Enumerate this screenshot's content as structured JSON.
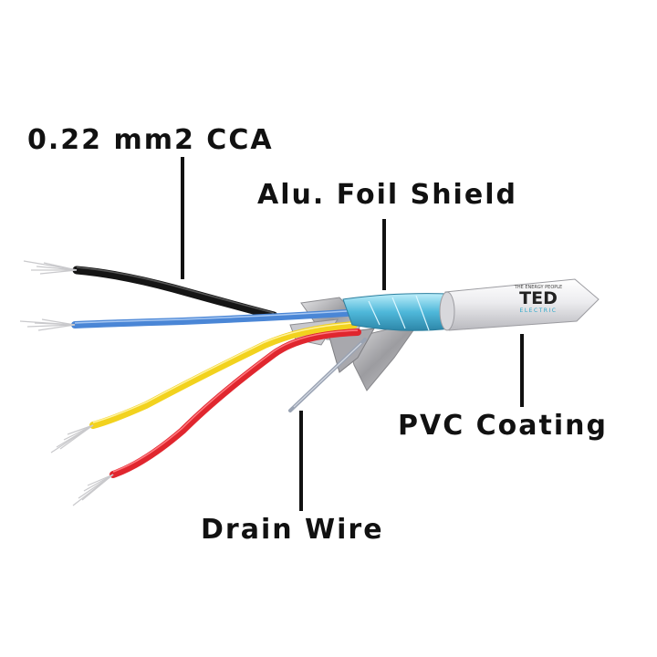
{
  "labels": {
    "conductor": "0.22 mm2 CCA",
    "foil_shield": "Alu. Foil Shield",
    "pvc_coating": "PVC Coating",
    "drain_wire": "Drain Wire"
  },
  "brand": {
    "tagline": "THE ENERGY PEOPLE",
    "name": "TED",
    "subname": "ELECTRIC"
  },
  "colors": {
    "wire_black": "#151515",
    "wire_blue": "#4a86d6",
    "wire_yellow": "#f2d21e",
    "wire_red": "#e0262e",
    "foil": "#b4b4b8",
    "foil_blue": "#7fd3ec",
    "jacket": "#e9e9ec",
    "copper_strands": "#c9c9cc",
    "drain": "#9aa3b3",
    "leader_line": "#111111",
    "brand_accent": "#2aa7c9"
  }
}
